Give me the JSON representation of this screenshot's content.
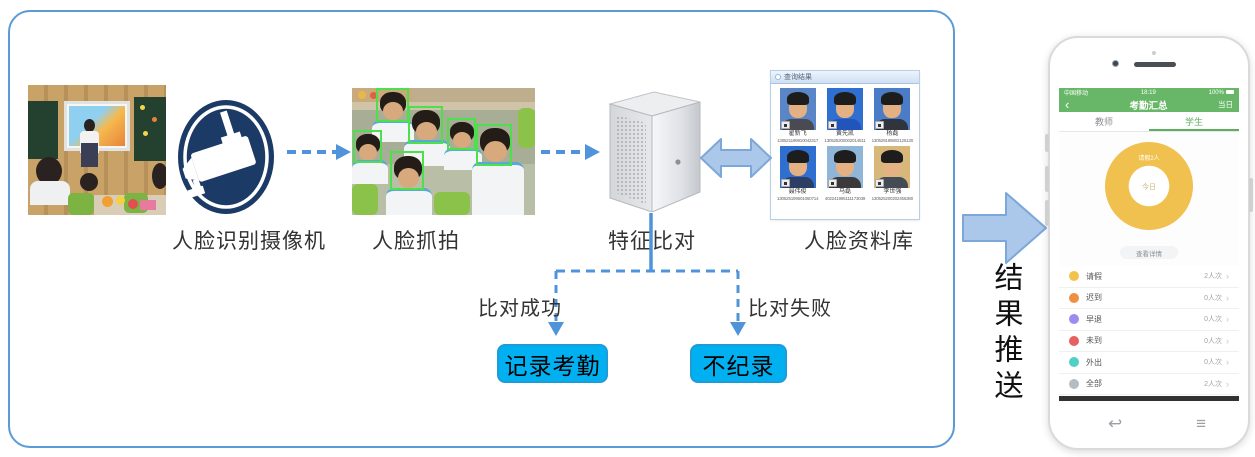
{
  "diagram": {
    "labels": {
      "camera": "人脸识别摄像机",
      "capture": "人脸抓拍",
      "server": "特征比对",
      "database": "人脸资料库"
    },
    "branch": {
      "success": "比对成功",
      "fail": "比对失败",
      "success_result": "记录考勤",
      "fail_result": "不纪录"
    },
    "push_label": "结果推送"
  },
  "db_panel": {
    "title": "查询结果",
    "people": [
      {
        "name": "翟新飞",
        "id": "130521199910042317"
      },
      {
        "name": "黄先凯",
        "id": "130525200002014511"
      },
      {
        "name": "杨磊",
        "id": "130529199802126130"
      },
      {
        "name": "聂伟俊",
        "id": "130525199501060714"
      },
      {
        "name": "马磊",
        "id": "402241995111173039"
      },
      {
        "name": "李世强",
        "id": "130525200202456380"
      }
    ]
  },
  "phone": {
    "status_bar": {
      "carrier": "中国移动",
      "time": "18:19",
      "battery": "100%"
    },
    "nav_bar": {
      "back": "‹",
      "title": "考勤汇总",
      "action": "当日"
    },
    "tabs": {
      "left": "教师",
      "right": "学生"
    },
    "donut": {
      "ring_label": "请假2人",
      "center_label": "今日"
    },
    "details_button": "查看详情",
    "rows": [
      {
        "label": "请假",
        "count": "2人次",
        "color": "#f2c24b"
      },
      {
        "label": "迟到",
        "count": "0人次",
        "color": "#ee8f41"
      },
      {
        "label": "早退",
        "count": "0人次",
        "color": "#9b8ced"
      },
      {
        "label": "未到",
        "count": "0人次",
        "color": "#e66060"
      },
      {
        "label": "外出",
        "count": "0人次",
        "color": "#52d0c5"
      },
      {
        "label": "全部",
        "count": "2人次",
        "color": "#b5bcc4"
      }
    ],
    "chevron": "›"
  },
  "colors": {
    "box_border": "#5b9bd5",
    "flow_blue": "#4f94db",
    "block_arrow_fill": "#abc8ea",
    "block_arrow_stroke": "#7da7d9",
    "result_cyan": "#00b0f0",
    "phone_green": "#68b768",
    "donut_yellow": "#f0c14e"
  }
}
